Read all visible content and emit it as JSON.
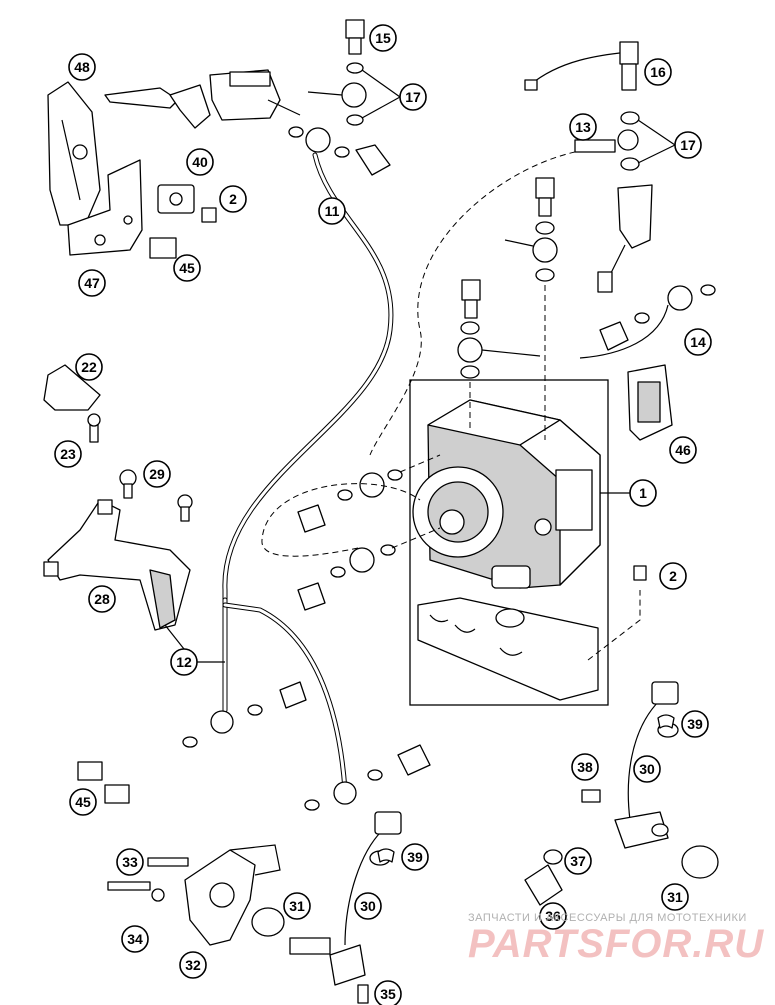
{
  "diagram": {
    "labels": [
      "1",
      "2",
      "11",
      "12",
      "13",
      "14",
      "15",
      "16",
      "17",
      "22",
      "23",
      "28",
      "29",
      "30",
      "31",
      "32",
      "33",
      "34",
      "35",
      "36",
      "37",
      "38",
      "39",
      "40",
      "45",
      "46",
      "47",
      "48"
    ]
  },
  "watermark": {
    "top_text": "ЗАПЧАСТИ И АКСЕССУАРЫ ДЛЯ МОТОТЕХНИКИ",
    "logo_text": "PARTSFOR.RU"
  }
}
